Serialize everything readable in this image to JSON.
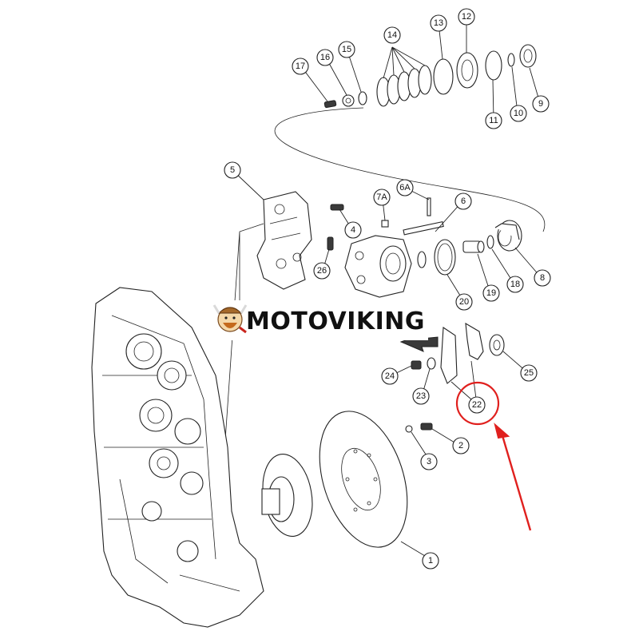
{
  "watermark": {
    "text": "MOTOVIKING"
  },
  "callouts": [
    {
      "id": "c1",
      "label": "1"
    },
    {
      "id": "c2",
      "label": "2"
    },
    {
      "id": "c3",
      "label": "3"
    },
    {
      "id": "c4",
      "label": "4"
    },
    {
      "id": "c5",
      "label": "5"
    },
    {
      "id": "c6",
      "label": "6"
    },
    {
      "id": "c6a",
      "label": "6A"
    },
    {
      "id": "c7a",
      "label": "7A"
    },
    {
      "id": "c8",
      "label": "8"
    },
    {
      "id": "c9",
      "label": "9"
    },
    {
      "id": "c10",
      "label": "10"
    },
    {
      "id": "c11",
      "label": "11"
    },
    {
      "id": "c12",
      "label": "12"
    },
    {
      "id": "c13",
      "label": "13"
    },
    {
      "id": "c14",
      "label": "14"
    },
    {
      "id": "c15",
      "label": "15"
    },
    {
      "id": "c16",
      "label": "16"
    },
    {
      "id": "c17",
      "label": "17"
    },
    {
      "id": "c18",
      "label": "18"
    },
    {
      "id": "c19",
      "label": "19"
    },
    {
      "id": "c20",
      "label": "20"
    },
    {
      "id": "c22",
      "label": "22"
    },
    {
      "id": "c23",
      "label": "23"
    },
    {
      "id": "c24",
      "label": "24"
    },
    {
      "id": "c25",
      "label": "25"
    },
    {
      "id": "c26",
      "label": "26"
    }
  ],
  "highlight": {
    "target": "22",
    "color": "#e0201e"
  },
  "colors": {
    "line": "#222222",
    "highlight": "#e0201e",
    "background": "#ffffff"
  }
}
